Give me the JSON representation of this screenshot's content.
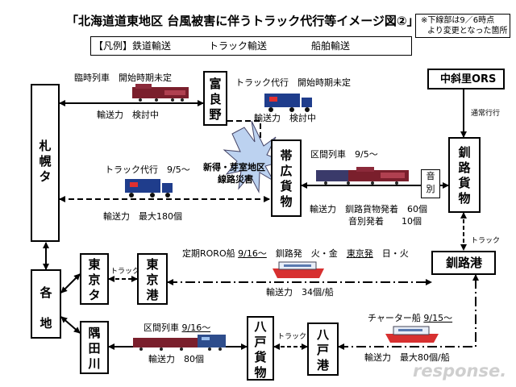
{
  "title": "「北海道道東地区 台風被害に伴うトラック代行等イメージ図②」",
  "note": [
    "※下線部は9／6時点",
    "より変更となった箇所"
  ],
  "legend": {
    "prefix": "【凡例】鉄道輸送",
    "truck": "トラック輸送",
    "ship": "船舶輸送"
  },
  "disaster": [
    "新得・芽室地区",
    "線路災害"
  ],
  "nodes": {
    "sapporo": [
      "札",
      "幌",
      "タ"
    ],
    "furano": [
      "富",
      "良",
      "野"
    ],
    "obihiro": [
      "帯",
      "広",
      "貨",
      "物"
    ],
    "onbetsu": [
      "音",
      "別"
    ],
    "kushiro_kamotsu": [
      "釧",
      "路",
      "貨",
      "物"
    ],
    "nakashari": "中斜里ORS",
    "kushiro_port": "釧路港",
    "kakuchi": [
      "各",
      "",
      "地"
    ],
    "tokyo_ta": [
      "東",
      "京",
      "タ"
    ],
    "tokyo_port": [
      "東",
      "京",
      "港"
    ],
    "sumidagawa": [
      "隅",
      "田",
      "川"
    ],
    "hachinohe_kamotsu": [
      "八",
      "戸",
      "貨",
      "物"
    ],
    "hachinohe_port": [
      "八",
      "戸",
      "港"
    ]
  },
  "labels": {
    "rinji": "臨時列車　開始時期未定",
    "rinji_cap": "輸送力　検討中",
    "truck_furano": "トラック代行　開始時期未定",
    "truck_furano_cap": "輸送力　検討中",
    "truck_obihiro": "トラック代行　9/5～",
    "truck_obihiro_cap": "輸送力　最大180個",
    "kukan_top": "区間列車　9/5～",
    "kushiro_cap1": "輸送力　釧路貨物発着　60個",
    "kushiro_cap2": "音別発着　　10個",
    "tsujo": "通常行行",
    "truck_small1": "トラック",
    "truck_small2": "トラック",
    "truck_small3": "トラック",
    "roro_prefix": "定期RORO船",
    "roro_date": "9/16～",
    "roro_mid": "　釧路発　火・金　",
    "roro_tokyo": "東京発",
    "roro_days": "　日・火",
    "roro_cap": "輸送力　34個/船",
    "kukan_bottom_prefix": "区間列車",
    "kukan_bottom_date": "9/16～",
    "kukan_bottom_cap": "輸送力　80個",
    "charter_prefix": "チャーター船",
    "charter_date": "9/15～",
    "charter_cap": "輸送力　最大80個/船",
    "watermark": "response."
  }
}
